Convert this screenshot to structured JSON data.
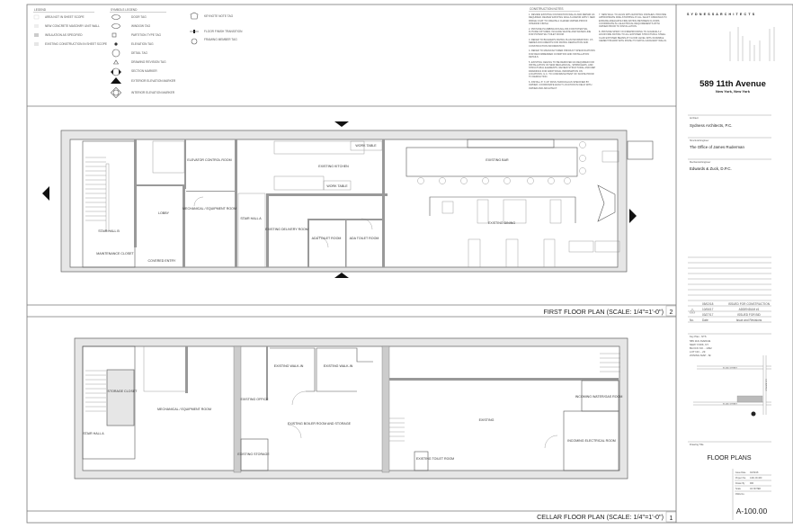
{
  "legend": {
    "title": "LEGEND",
    "items": [
      {
        "label": "AREA NOT IN SHEET SCOPE",
        "swatch": "#ffffff"
      },
      {
        "label": "NEW CONCRETE MASONRY UNIT WALL",
        "swatch": "#eeeeee"
      },
      {
        "label": "INSULATION AS SPECIFIED",
        "swatch": "#cccccc"
      },
      {
        "label": "EXISTING CONSTRUCTION IN SHEET SCOPE",
        "swatch": "#e6e6e6"
      }
    ]
  },
  "symbols_legend": {
    "title": "SYMBOLS LEGEND",
    "items": [
      {
        "label": "DOOR TAG",
        "tag": "000",
        "icon": "door-tag-icon"
      },
      {
        "label": "WINDOW TAG",
        "tag": "000",
        "icon": "window-tag-icon"
      },
      {
        "label": "PARTITION TYPE TAG",
        "tag": "X",
        "icon": "partition-tag-icon"
      },
      {
        "label": "ELEVATION TAG",
        "icon": "elevation-tag-icon"
      },
      {
        "label": "DETAIL TAG",
        "icon": "detail-tag-icon"
      },
      {
        "label": "DRAWING REVISION TAG",
        "icon": "revision-triangle-icon"
      },
      {
        "label": "SECTION MARKER",
        "icon": "section-marker-icon"
      },
      {
        "label": "EXTERIOR ELEVATION MARKER",
        "icon": "exterior-elevation-marker-icon"
      },
      {
        "label": "INTERIOR ELEVATION MARKER",
        "icon": "interior-elevation-marker-icon"
      },
      {
        "label": "KEYNOTE NOTE TAG",
        "icon": "keynote-tag-icon"
      },
      {
        "label": "FLOOR FINISH TRANSITION",
        "icon": "floor-transition-icon"
      },
      {
        "label": "FRAMING MEMBER TAG",
        "icon": "framing-tag-icon"
      }
    ]
  },
  "construction_notes": {
    "title": "CONSTRUCTION NOTES",
    "notes": [
      "1.  REVIEW EXISTING FOUNDATION WALLS AND REPAIR AS REQUIRED. REVIEW EXISTING WALLS AND/OR APPLY NEW PARGE COAT TO CREATE A CHAFED WATER-PROOF INTERIOR FINISH.",
      "2.  PROVIDE PLUMBING ROUGH-INS FOR POTENTIAL FUTURE FIXTURES. INCLUDE WASTE AND WATER LINE FOR POTENTIAL TOILET ROOM.",
      "3.  REFER TO BUILDER'S PAVING PLAN INFORMATION. CT-SERIES DOCUMENTS FOR PAVING DEMOLITION AND CONSTRUCTION INFORMATION.",
      "4.  REFER TO MANUFACTURER PRODUCT SPECIFICATIONS FOR RECOMMENDED CONDITION AND INSTALLATION DETAILS.",
      "5.  EXISTING CEILING TO BE REMOVED AS REQUIRED FOR INSTALLATION OF NEW MECHANICAL, SPRINKLERS, AND STRUCTURAL ELEMENTS. REVIEW STRUCTURAL AND MEP DRAWINGS FOR ADDITIONAL INFORMATION ON LOCATIONS. G.C. TO CONFIRM EXTENT OF SCOPE PRIOR TO DEMOLITION.",
      "6.  INSTALL 6\" X 20\" PASS-THROUGH AS SPECIFIED BY OWNER. COORDINATE EXACT LOCATION IN FIELD WITH OWNER AND ARCHITECT.",
      "7.  NEW WALL TO ALIGN WITH EXISTING FINISHES. PROVIDE APPROPRIATE FIRE-STOPPING AT ALL SHAFT OPENINGS TO ENSURE ADEQUATE FIRE RATING BETWEEN FLOORS. COORDINATE ALL ELECTRICAL REQUIREMENTS WITH OWNER PRIOR TO INSTALLATION.",
      "8.  PROVIDE SPRAY ON FIREPROOFING TO ACHIEVE A 2 HOUR FIRE RATING TO ALL EXPOSED STRUCTURAL STEEL. CLAD EXPOSED BEAMS AT FLOOR LEVEL WITH DURABLE CEMENT BOARD WITH FINISH TO MATCH ADJACENT WALLS."
    ]
  },
  "first_floor": {
    "title": "FIRST FLOOR PLAN (SCALE: 1/4\"=1'-0\")",
    "number": "2",
    "rooms": {
      "stair_b": "STAIR HALL B",
      "lobby": "LOBBY",
      "elevator": "ELEVATOR CONTROL ROOM",
      "mech": "MECHANICAL / EQUIPMENT ROOM",
      "stair_a": "STAIR HALL A",
      "kitchen": "EXISTING KITCHEN",
      "work_table_1": "WORK TABLE",
      "work_table_2": "WORK TABLE",
      "delivery": "EXISTING DELIVERY ROOM",
      "toilet_1": "ADA TOILET ROOM",
      "toilet_2": "ADA TOILET ROOM",
      "bar": "EXISTING BAR",
      "dining": "EXISTING DINING",
      "entry": "COVERED ENTRY",
      "closet": "MAINTENANCE CLOSET"
    }
  },
  "cellar": {
    "title": "CELLAR FLOOR PLAN (SCALE: 1/4\"=1'-0\")",
    "number": "1",
    "rooms": {
      "storage_closet": "STORAGE CLOSET",
      "stair_a": "STAIR HALL A",
      "mech": "MECHANICAL / EQUIPMENT ROOM",
      "walkin_1": "EXISTING WALK-IN",
      "walkin_2": "EXISTING WALK-IN",
      "office": "EXISTING OFFICE",
      "storage": "EXISTING STORAGE",
      "boiler": "EXISTING BOILER ROOM AND STORAGE",
      "existing": "EXISTING",
      "toilet": "EXISTING TOILET ROOM",
      "water_gas": "INCOMING WATER/GAS ROOM",
      "electrical": "INCOMING ELECTRICAL ROOM"
    }
  },
  "title_block": {
    "firm_header": "S Y D N E S S   A R C H I T E C T S",
    "project_title": "589 11th Avenue",
    "project_city": "New York, New York",
    "consultants": [
      {
        "role": "Architect",
        "name": "Sydness Architects, P.C."
      },
      {
        "role": "Structural Engineer",
        "name": "The Office of James Ruderman"
      },
      {
        "role": "Mechanical Engineer",
        "name": "Edwards & Zuck, D.P.C."
      }
    ],
    "revisions_header": {
      "no": "No.",
      "date": "Date",
      "issue": "Issue and Revisions"
    },
    "revisions": [
      {
        "no": "",
        "date": "05/02/18",
        "issue": "ISSUED FOR CONSTRUCTION"
      },
      {
        "no": "1",
        "date": "10/06/17",
        "issue": "ADDENDUM #1"
      },
      {
        "no": "",
        "date": "03/27/17",
        "issue": "ISSUED FOR BID"
      }
    ],
    "key_plan": {
      "label": "Key Plan - NTS",
      "lines": [
        "589 11th AVENUE",
        "NEW YORK, NY",
        "BLOCK NO. - 1092",
        "LOT NO. - 29",
        "ZONING MAP - 8c"
      ],
      "street_top": "W 45th STREET",
      "street_bottom": "W 44th STREET",
      "avenue": "11th AVENUE"
    },
    "drawing_title_label": "Drawing Title",
    "drawing_title": "FLOOR PLANS",
    "info": [
      {
        "label": "Issue Date",
        "value": "04/19/18"
      },
      {
        "label": "Project No.",
        "value": "1401.00.460"
      },
      {
        "label": "Drawn By",
        "value": "MM"
      },
      {
        "label": "Scale",
        "value": "AS NOTED"
      },
      {
        "label": "DWG No.",
        "value": ""
      }
    ],
    "sheet_number": "A-100.00"
  }
}
